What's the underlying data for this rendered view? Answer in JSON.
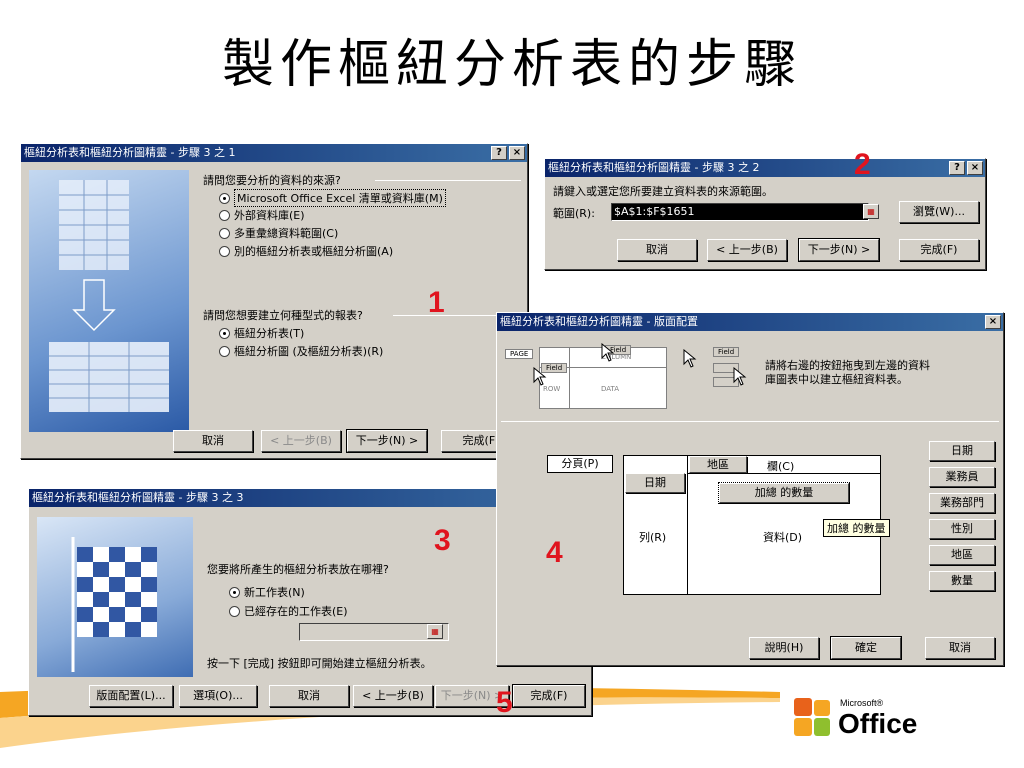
{
  "slide": {
    "title": "製作樞紐分析表的步驟"
  },
  "step_numbers": [
    "1",
    "2",
    "3",
    "4",
    "5"
  ],
  "colors": {
    "accent_red": "#e0141e",
    "titlebar": "#0a246a",
    "dialog_bg": "#d4d0c8"
  },
  "dialog1": {
    "title": "樞紐分析表和樞紐分析圖精靈 - 步驟 3 之 1",
    "q1": "請問您要分析的資料的來源?",
    "source_options": [
      {
        "label": "Microsoft Office Excel 清單或資料庫(M)",
        "selected": true
      },
      {
        "label": "外部資料庫(E)",
        "selected": false
      },
      {
        "label": "多重彙總資料範圍(C)",
        "selected": false
      },
      {
        "label": "別的樞紐分析表或樞紐分析圖(A)",
        "selected": false
      }
    ],
    "q2": "請問您想要建立何種型式的報表?",
    "report_options": [
      {
        "label": "樞紐分析表(T)",
        "selected": true
      },
      {
        "label": "樞紐分析圖 (及樞紐分析表)(R)",
        "selected": false
      }
    ],
    "buttons": {
      "cancel": "取消",
      "back": "< 上一步(B)",
      "next": "下一步(N) >",
      "finish": "完成(F)"
    }
  },
  "dialog2": {
    "title": "樞紐分析表和樞紐分析圖精靈 - 步驟 3 之 2",
    "prompt": "請鍵入或選定您所要建立資料表的來源範圍。",
    "range_label": "範圍(R):",
    "range_value": "$A$1:$F$1651",
    "buttons": {
      "browse": "瀏覽(W)...",
      "cancel": "取消",
      "back": "< 上一步(B)",
      "next": "下一步(N) >",
      "finish": "完成(F)"
    }
  },
  "dialog3": {
    "title": "樞紐分析表和樞紐分析圖精靈 - 步驟 3 之 3",
    "question": "您要將所產生的樞紐分析表放在哪裡?",
    "options": [
      {
        "label": "新工作表(N)",
        "selected": true
      },
      {
        "label": "已經存在的工作表(E)",
        "selected": false
      }
    ],
    "hint": "按一下 [完成] 按鈕即可開始建立樞紐分析表。",
    "buttons": {
      "layout": "版面配置(L)...",
      "options": "選項(O)...",
      "cancel": "取消",
      "back": "< 上一步(B)",
      "next": "下一步(N) >",
      "finish": "完成(F)"
    }
  },
  "dialog4": {
    "title": "樞紐分析表和樞紐分析圖精靈 - 版面配置",
    "instruction_line1": "請將右邊的按鈕拖曳到左邊的資料",
    "instruction_line2": "庫圖表中以建立樞紐資料表。",
    "mini_labels": {
      "page": "PAGE",
      "column": "COLUMN",
      "row": "ROW",
      "data": "DATA",
      "field1": "Field",
      "field2": "Field",
      "field3": "Field"
    },
    "layout": {
      "page": "分頁(P)",
      "row_field": "日期",
      "column_fields": [
        "地區",
        "欄(C)"
      ],
      "row_area": "列(R)",
      "data_field": "加總 的數量",
      "data_area": "資料(D)",
      "tooltip": "加總 的數量"
    },
    "fields": [
      "日期",
      "業務員",
      "業務部門",
      "性別",
      "地區",
      "數量"
    ],
    "buttons": {
      "help": "說明(H)",
      "ok": "確定",
      "cancel": "取消"
    }
  },
  "logo": {
    "small_text": "Microsoft®",
    "big_text": "Office"
  }
}
